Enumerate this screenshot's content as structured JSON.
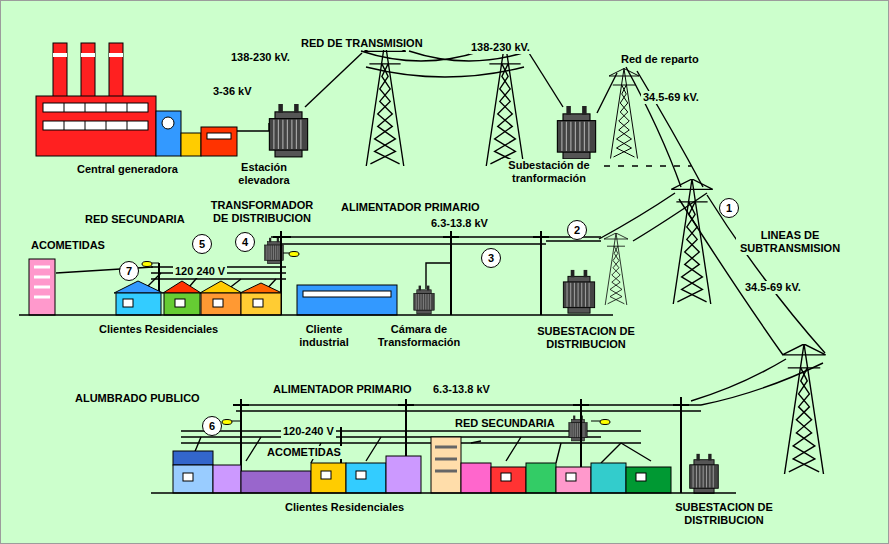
{
  "diagram": {
    "nodes": [
      {
        "text": [
          "1"
        ]
      },
      {
        "text": [
          "2"
        ]
      },
      {
        "text": [
          "3"
        ]
      },
      {
        "text": [
          "4"
        ]
      },
      {
        "text": [
          "5"
        ]
      },
      {
        "text": [
          "6"
        ]
      },
      {
        "text": [
          "7"
        ]
      }
    ],
    "labels": [
      "RED DE TRANSMISION",
      "138-230 kV.",
      "138-230 kV.",
      "Red de reparto",
      "3-36 kV",
      "34.5-69 kV.",
      "Central generadora",
      "Estación elevadora",
      "Subestación de tranformación",
      "TRANSFORMADOR DE DISTRIBUCION",
      "RED SECUNDARIA",
      "ALIMENTADOR PRIMARIO",
      "6.3-13.8 kV",
      "LINEAS DE SUBTRANSMISION",
      "ACOMETIDAS",
      "120 240 V",
      "34.5-69 kV.",
      "Clientes Residenciales",
      "Cliente industrial",
      "Cámara de Transformación",
      "SUBESTACION DE DISTRIBUCION",
      "ALIMENTADOR PRIMARIO",
      "6.3-13.8 kV",
      "ALUMBRADO PUBLICO",
      "120-240 V",
      "RED SECUNDARIA",
      "ACOMETIDAS",
      "Clientes Residenciales",
      "SUBESTACION DE DISTRIBUCION"
    ]
  }
}
